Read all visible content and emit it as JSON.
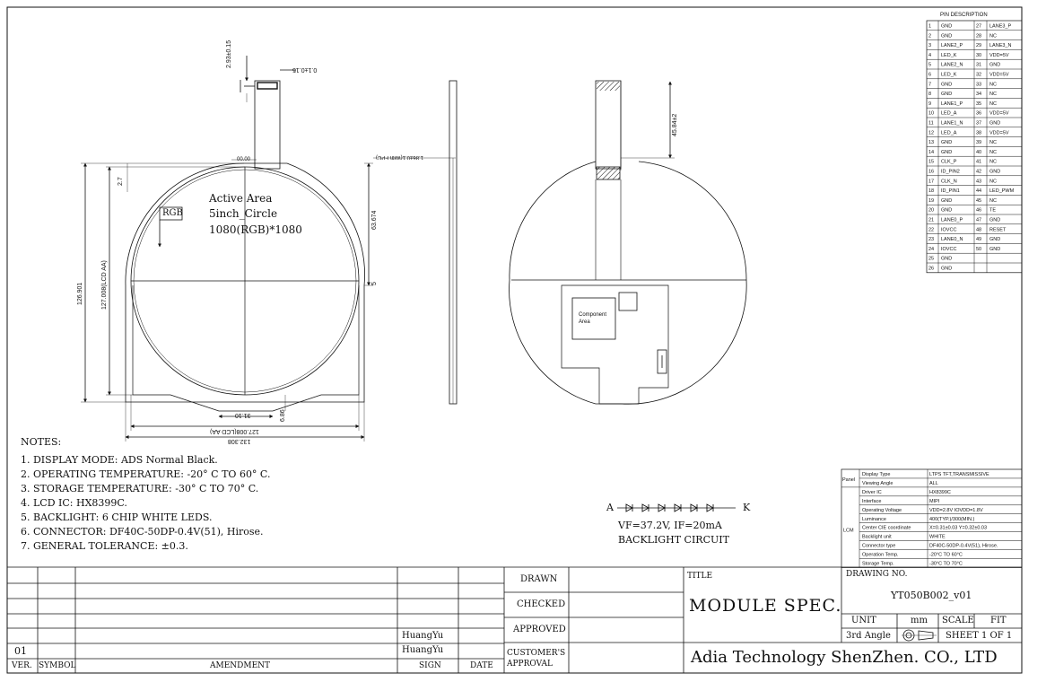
{
  "pin_table": {
    "title": "PIN DESCRIPTION",
    "rows": [
      [
        "1",
        "GND",
        "27",
        "LANE3_P"
      ],
      [
        "2",
        "GND",
        "28",
        "NC"
      ],
      [
        "3",
        "LANE2_P",
        "29",
        "LANE3_N"
      ],
      [
        "4",
        "LED_K",
        "30",
        "VDD=5V"
      ],
      [
        "5",
        "LANE2_N",
        "31",
        "GND"
      ],
      [
        "6",
        "LED_K",
        "32",
        "VDD=5V"
      ],
      [
        "7",
        "GND",
        "33",
        "NC"
      ],
      [
        "8",
        "GND",
        "34",
        "NC"
      ],
      [
        "9",
        "LANE1_P",
        "35",
        "NC"
      ],
      [
        "10",
        "LED_A",
        "36",
        "VDD=5V"
      ],
      [
        "11",
        "LANE1_N",
        "37",
        "GND"
      ],
      [
        "12",
        "LED_A",
        "38",
        "VDD=5V"
      ],
      [
        "13",
        "GND",
        "39",
        "NC"
      ],
      [
        "14",
        "GND",
        "40",
        "NC"
      ],
      [
        "15",
        "CLK_P",
        "41",
        "NC"
      ],
      [
        "16",
        "ID_PIN2",
        "42",
        "GND"
      ],
      [
        "17",
        "CLK_N",
        "43",
        "NC"
      ],
      [
        "18",
        "ID_PIN1",
        "44",
        "LED_PWM"
      ],
      [
        "19",
        "GND",
        "45",
        "NC"
      ],
      [
        "20",
        "GND",
        "46",
        "TE"
      ],
      [
        "21",
        "LANE0_P",
        "47",
        "GND"
      ],
      [
        "22",
        "IOVCC",
        "48",
        "RESET"
      ],
      [
        "23",
        "LANE0_N",
        "49",
        "GND"
      ],
      [
        "24",
        "IOVCC",
        "50",
        "GND"
      ],
      [
        "25",
        "GND",
        "",
        ""
      ],
      [
        "26",
        "GND",
        "",
        ""
      ]
    ]
  },
  "drawing": {
    "active_area_label": "Active Area",
    "size_label": "5inch_Circle",
    "resolution_label": "1080(RGB)*1080",
    "rgb_label": "RGB",
    "component_area_label_1": "Component",
    "component_area_label_2": "Area",
    "dim_top_width": "2.93±0.15",
    "dim_fpc_thickness": "0.1±0.15",
    "dim_fpc_width": "00.00",
    "dim_left_height": "126.901",
    "dim_aa_height": "127.008(LCD AA)",
    "dim_top_offset": "2.7",
    "dim_right_height": "63.674",
    "dim_right_small": "5",
    "dim_bottom_flat": "31.10",
    "dim_bottom_tab": "6.86",
    "dim_aa_width": "127.008(LCD AA)",
    "dim_total_width": "132.308",
    "dim_thickness": "1.86±0.1(With FPC)",
    "dim_fpc_length": "45.84±2"
  },
  "notes": {
    "title": "NOTES:",
    "items": [
      "1. DISPLAY MODE: ADS Normal Black.",
      "2. OPERATING TEMPERATURE: -20° C TO 60° C.",
      "3. STORAGE TEMPERATURE: -30° C TO 70° C.",
      "4. LCD IC: HX8399C.",
      "5. BACKLIGHT: 6 CHIP WHITE LEDS.",
      "6. CONNECTOR: DF40C-50DP-0.4V(51), Hirose.",
      "7. GENERAL TOLERANCE: ±0.3."
    ]
  },
  "backlight": {
    "anode": "A",
    "cathode": "K",
    "spec": "VF=37.2V, IF=20mA",
    "title": "BACKLIGHT CIRCUIT",
    "diode_count": 6
  },
  "spec_table": {
    "group_panel": "Panel",
    "group_lcm": "LCM",
    "rows": [
      [
        "Display Type",
        "LTPS TFT,TRANSMISSIVE"
      ],
      [
        "Viewing Angle",
        "ALL"
      ],
      [
        "Driver IC",
        "HX8399C"
      ],
      [
        "Interface",
        "MIPI"
      ],
      [
        "Operating Voltage",
        "VDD=2.8V IOVDD=1.8V"
      ],
      [
        "Luminance",
        "400(TYP.)/300(MIN.)"
      ],
      [
        "Center CIE coordinate",
        "X=0.31±0.03    Y=0.32±0.03"
      ],
      [
        "Backlight unit",
        "WHITE"
      ],
      [
        "Connector type",
        "DF40C-50DP-0.4V(51), Hirose."
      ],
      [
        "Operation Temp.",
        "-20°C TO 60°C"
      ],
      [
        "Storage Temp.",
        "-30°C TO 70°C"
      ]
    ]
  },
  "title_block": {
    "rev_row_ver": "01",
    "signers": [
      "HuangYu",
      "HuangYu"
    ],
    "col_ver": "VER.",
    "col_symbol": "SYMBOL",
    "col_amendment": "AMENDMENT",
    "col_sign": "SIGN",
    "col_date": "DATE",
    "drawn": "DRAWN",
    "checked": "CHECKED",
    "approved": "APPROVED",
    "customer_1": "CUSTOMER'S",
    "customer_2": "APPROVAL",
    "title_label": "TITLE",
    "title_value": "MODULE  SPEC.",
    "drawing_no_label": "DRAWING  NO.",
    "drawing_no": "YT050B002_v01",
    "unit_label": "UNIT",
    "unit_value": "mm",
    "scale_label": "SCALE",
    "scale_value": "FIT",
    "angle_label": "3rd Angle",
    "sheet": "SHEET  1  OF  1",
    "company": "Adia Technology ShenZhen. CO., LTD"
  }
}
